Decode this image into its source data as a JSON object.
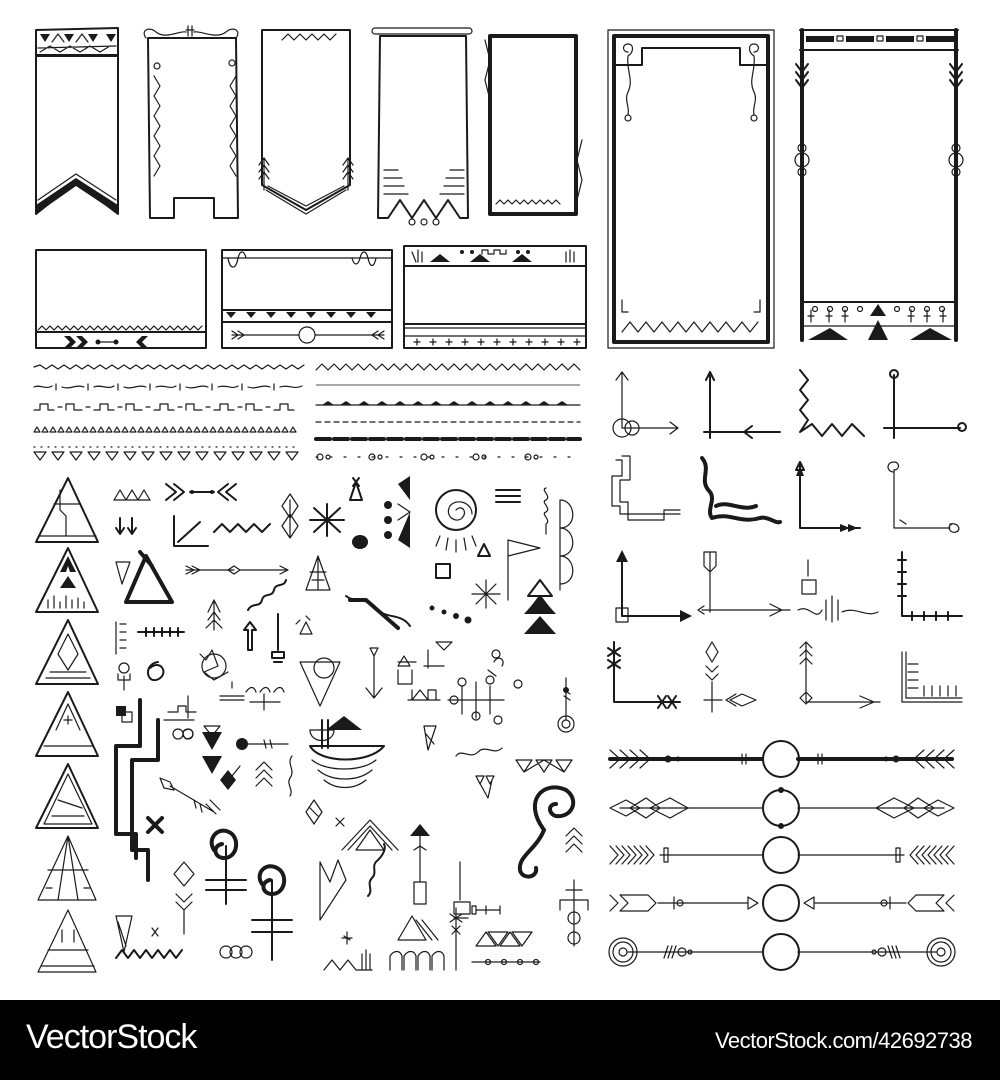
{
  "footer": {
    "brand": "VectorStock",
    "stock_id": "VectorStock.com/42692738",
    "background": "#000000",
    "text_color": "#ffffff"
  },
  "artwork": {
    "style": "hand-drawn tribal / boho doodle set",
    "ink_color": "#1a1a1a",
    "background": "#ffffff",
    "sections": [
      {
        "name": "vertical-banners",
        "count": 5
      },
      {
        "name": "horizontal-frames",
        "count": 3
      },
      {
        "name": "tall-frames",
        "count": 2
      },
      {
        "name": "line-borders",
        "count": 12
      },
      {
        "name": "corner-elements",
        "count": 16
      },
      {
        "name": "teepee-triangles",
        "count": 7
      },
      {
        "name": "tribal-symbols",
        "count": "many"
      },
      {
        "name": "arrow-dividers",
        "count": 5
      }
    ]
  }
}
